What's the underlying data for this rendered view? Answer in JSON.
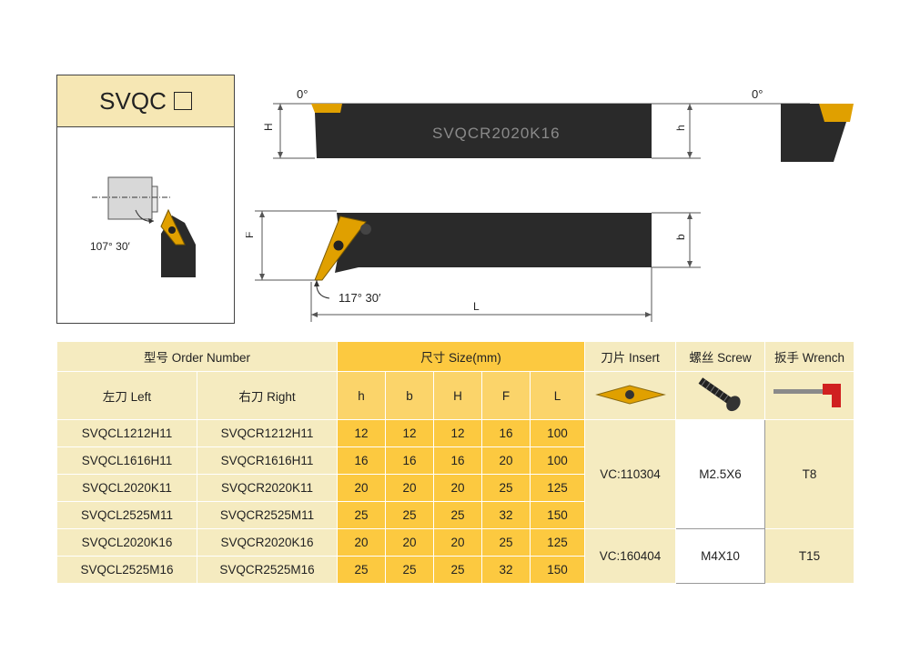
{
  "title_box": {
    "code": "SVQC",
    "angle_label": "107°  30′"
  },
  "drawing": {
    "angle_top_left": "0°",
    "angle_top_right": "0°",
    "holder_text": "SVQCR2020K16",
    "dim_H": "H",
    "dim_h": "h",
    "dim_F": "F",
    "dim_b": "b",
    "dim_L": "L",
    "angle_bottom": "117°  30′"
  },
  "colors": {
    "yellow": "#fcc940",
    "cream": "#f5ebc0",
    "holder": "#2a2a2a",
    "insert": "#e0a000"
  },
  "table": {
    "order_number_header": "型号 Order Number",
    "size_header": "尺寸 Size(mm)",
    "insert_header": "刀片 Insert",
    "screw_header": "螺丝 Screw",
    "wrench_header": "扳手 Wrench",
    "left_header": "左刀 Left",
    "right_header": "右刀 Right",
    "dim_cols": [
      "h",
      "b",
      "H",
      "F",
      "L"
    ],
    "rows": [
      {
        "left": "SVQCL1212H11",
        "right": "SVQCR1212H11",
        "h": "12",
        "b": "12",
        "H": "12",
        "F": "16",
        "L": "100"
      },
      {
        "left": "SVQCL1616H11",
        "right": "SVQCR1616H11",
        "h": "16",
        "b": "16",
        "H": "16",
        "F": "20",
        "L": "100"
      },
      {
        "left": "SVQCL2020K11",
        "right": "SVQCR2020K11",
        "h": "20",
        "b": "20",
        "H": "20",
        "F": "25",
        "L": "125"
      },
      {
        "left": "SVQCL2525M11",
        "right": "SVQCR2525M11",
        "h": "25",
        "b": "25",
        "H": "25",
        "F": "32",
        "L": "150"
      },
      {
        "left": "SVQCL2020K16",
        "right": "SVQCR2020K16",
        "h": "20",
        "b": "20",
        "H": "20",
        "F": "25",
        "L": "125"
      },
      {
        "left": "SVQCL2525M16",
        "right": "SVQCR2525M16",
        "h": "25",
        "b": "25",
        "H": "25",
        "F": "32",
        "L": "150"
      }
    ],
    "group1": {
      "insert": "VC:110304",
      "screw": "M2.5X6",
      "wrench": "T8"
    },
    "group2": {
      "insert": "VC:160404",
      "screw": "M4X10",
      "wrench": "T15"
    }
  }
}
